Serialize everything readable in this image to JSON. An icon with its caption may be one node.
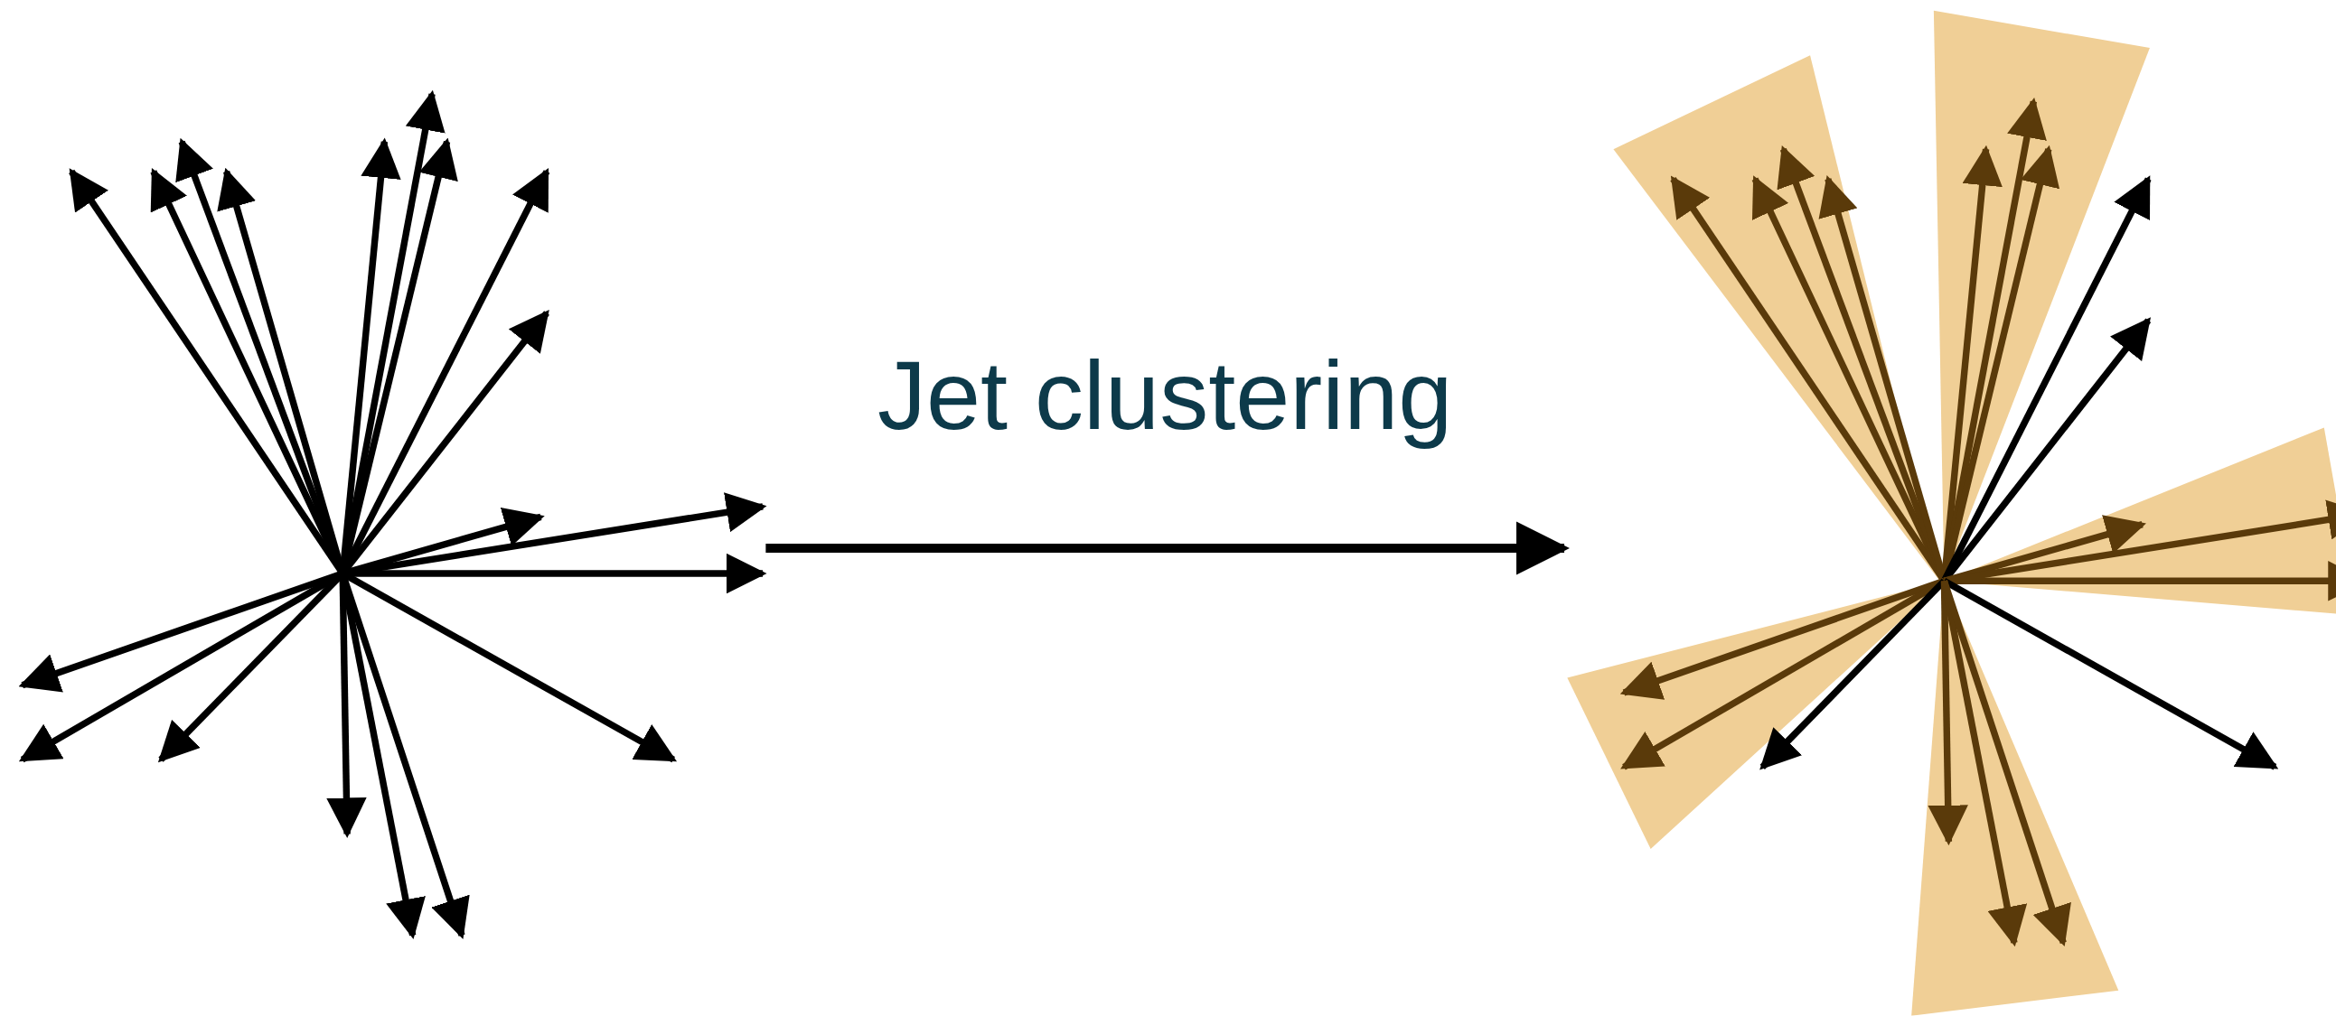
{
  "diagram": {
    "nodes": [
      {
        "text": [],
        "shape": "picture"
      },
      {
        "text": [],
        "shape": "picture"
      }
    ],
    "edges": [
      {
        "from": 0,
        "to": 1,
        "arrow": "to",
        "label": "Jet clustering"
      }
    ]
  }
}
